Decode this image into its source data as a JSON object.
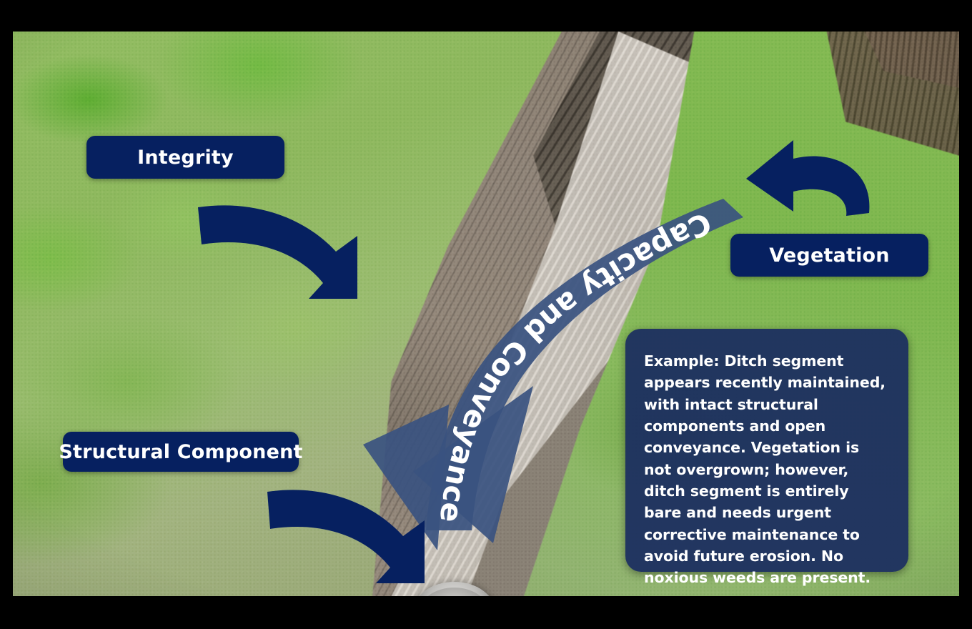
{
  "theme": {
    "navy": "#062060",
    "panel_navy": "#1a2c60",
    "big_arrow": "#3a5280",
    "text_white": "#ffffff",
    "frame_black": "#000000"
  },
  "labels": {
    "integrity": "Integrity",
    "vegetation": "Vegetation",
    "structural_component": "Structural Component",
    "capacity_and_conveyance": "Capacity and Conveyance"
  },
  "info_panel": {
    "text": "Example: Ditch segment  appears recently maintained, with intact structural components and open conveyance. Vegetation is not overgrown; however, ditch segment is entirely bare and needs urgent corrective maintenance to avoid future erosion. No noxious weeds are present."
  },
  "photo": {
    "description": "Drainage ditch with grass banks on both sides, bare silt channel floor and a culvert pipe at the bottom centre"
  },
  "arrows": [
    {
      "name": "integrity-arrow",
      "points_to": "ditch side slope",
      "direction": "down-right"
    },
    {
      "name": "vegetation-arrow",
      "points_to": "grass bank",
      "direction": "up-left"
    },
    {
      "name": "structural-component-arrow",
      "points_to": "culvert pipe",
      "direction": "down-right"
    },
    {
      "name": "capacity-conveyance-arrow",
      "points_to": "ditch channel",
      "direction": "curved-down-double"
    }
  ]
}
